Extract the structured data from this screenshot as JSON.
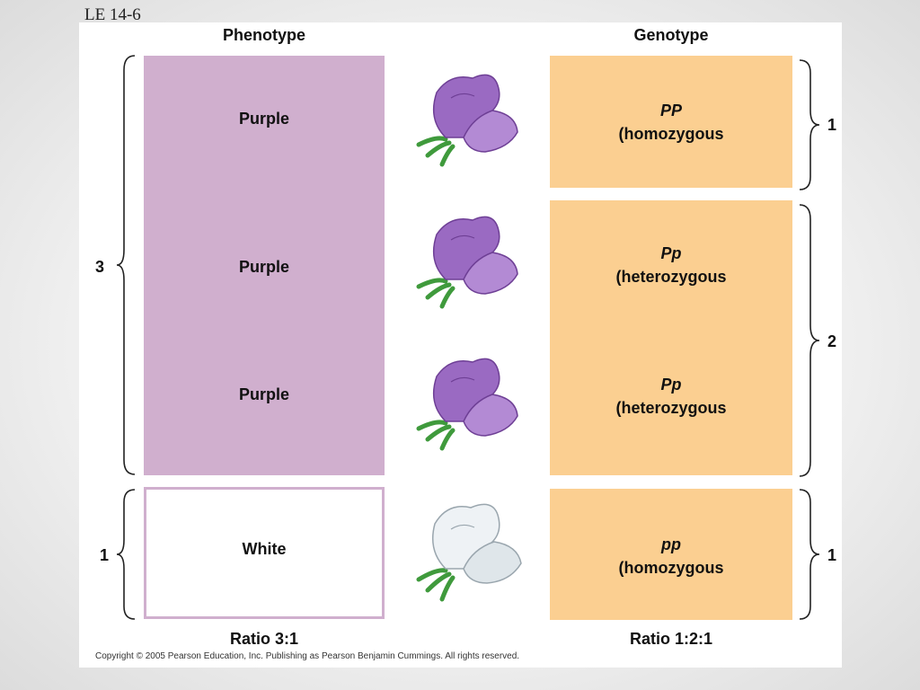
{
  "slide_label": "LE 14-6",
  "headers": {
    "phenotype": "Phenotype",
    "genotype": "Genotype"
  },
  "phenotypes": [
    "Purple",
    "Purple",
    "Purple",
    "White"
  ],
  "genotypes": [
    {
      "symbol": "PP",
      "description": "(homozygous"
    },
    {
      "symbol": "Pp",
      "description": "(heterozygous"
    },
    {
      "symbol": "Pp",
      "description": "(heterozygous"
    },
    {
      "symbol": "pp",
      "description": "(homozygous"
    }
  ],
  "phenotype_counts": {
    "purple": "3",
    "white": "1"
  },
  "genotype_counts": {
    "PP": "1",
    "Pp": "2",
    "pp": "1"
  },
  "ratios": {
    "phenotype": "Ratio 3:1",
    "genotype": "Ratio 1:2:1"
  },
  "copyright": "Copyright © 2005 Pearson Education, Inc. Publishing as Pearson Benjamin Cummings. All rights reserved.",
  "colors": {
    "purple_phenotype": "#d0afce",
    "genotype_box": "#fbcf91",
    "flower_purple": "#9966bb",
    "flower_white": "#e8eef2"
  }
}
